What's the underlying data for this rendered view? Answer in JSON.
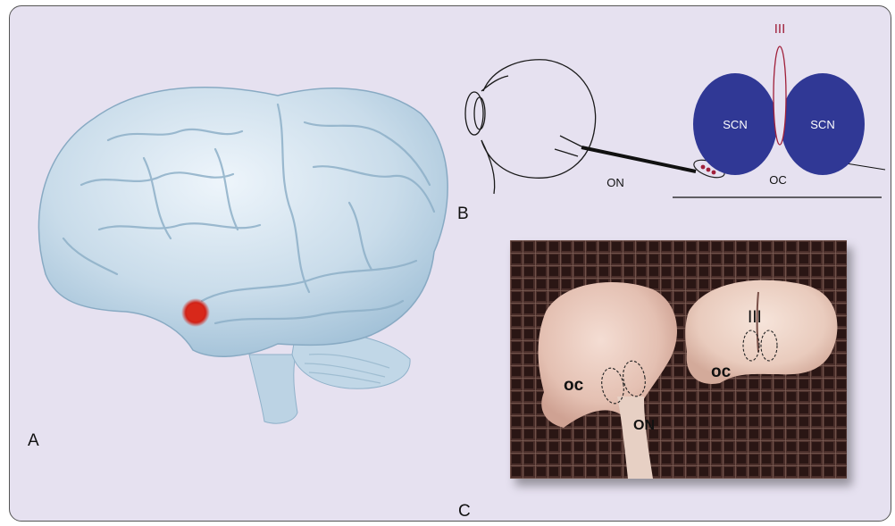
{
  "panels": {
    "a": {
      "letter": "A"
    },
    "b": {
      "letter": "B",
      "labels": {
        "third_ventricle": "III",
        "scn_left": "SCN",
        "scn_right": "SCN",
        "optic_nerve": "ON",
        "optic_chiasm": "OC"
      },
      "colors": {
        "scn_fill": "#303895",
        "third_ventricle_stroke": "#a0203a"
      }
    },
    "c": {
      "letter": "C",
      "labels": {
        "third_ventricle": "III",
        "optic_chiasm_left": "oc",
        "optic_chiasm_right": "oc",
        "optic_nerve": "ON"
      }
    }
  },
  "colors": {
    "background": "#e6e1f0",
    "brain": "#c9dcea",
    "marker": "#d8281a"
  }
}
